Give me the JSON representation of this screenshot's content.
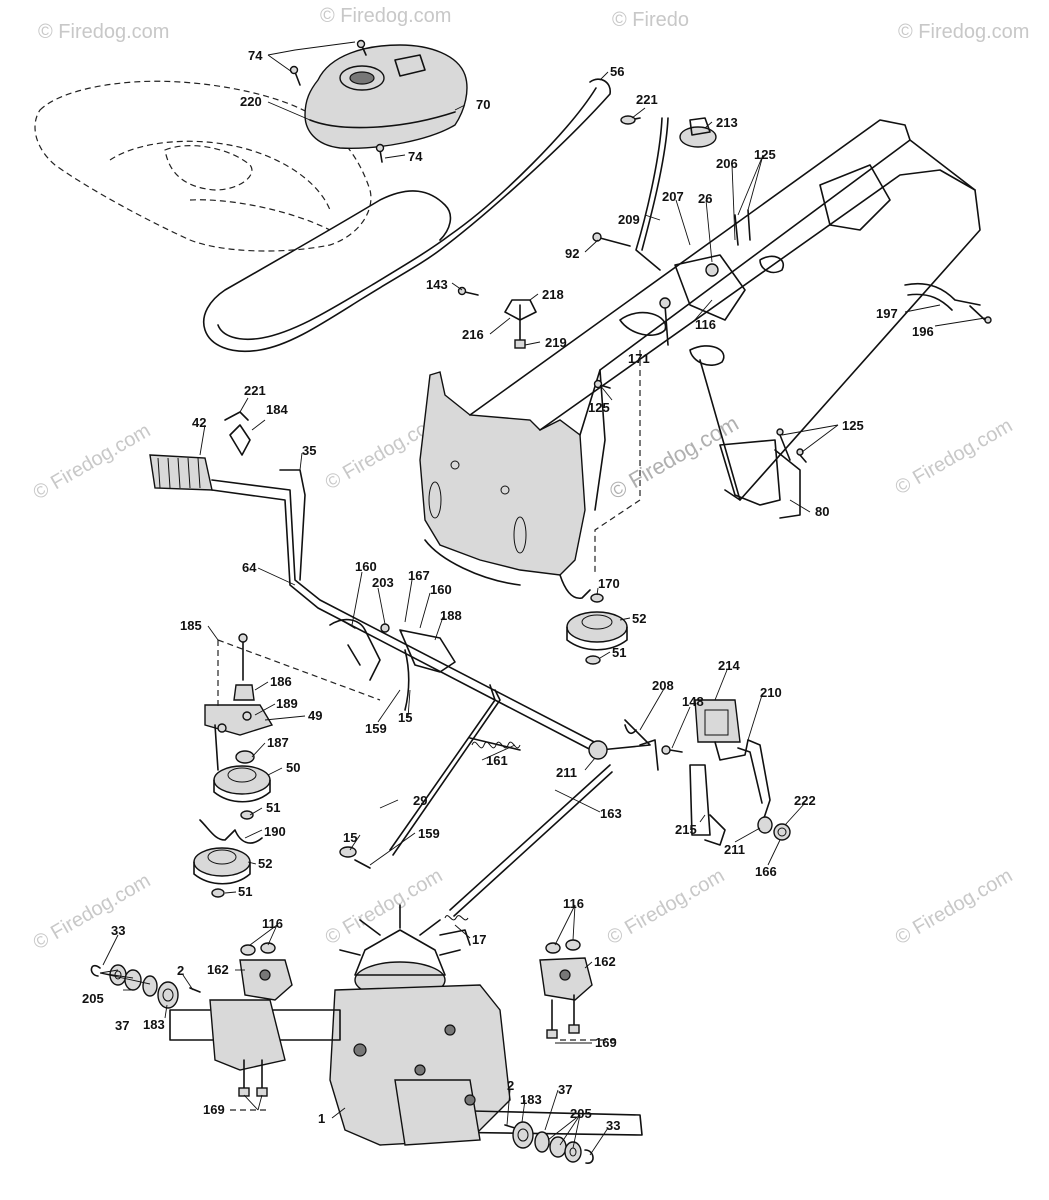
{
  "watermark": {
    "text": "© Firedog.com",
    "text_clipped": "© Firedo"
  },
  "labels": {
    "l74a": "74",
    "l74b": "74",
    "l220": "220",
    "l70": "70",
    "l56": "56",
    "l221a": "221",
    "l213": "213",
    "l125a": "125",
    "l206": "206",
    "l207": "207",
    "l26": "26",
    "l209": "209",
    "l92": "92",
    "l143": "143",
    "l218": "218",
    "l216": "216",
    "l219": "219",
    "l116a": "116",
    "l171": "171",
    "l197": "197",
    "l196": "196",
    "l125b": "125",
    "l125c": "125",
    "l80": "80",
    "l221b": "221",
    "l184": "184",
    "l42": "42",
    "l35": "35",
    "l64": "64",
    "l160a": "160",
    "l203": "203",
    "l167a": "167",
    "l160b": "160",
    "l188": "188",
    "l170": "170",
    "l52a": "52",
    "l51a": "51",
    "l185": "185",
    "l186": "186",
    "l189": "189",
    "l49": "49",
    "l159a": "159",
    "l15a": "15",
    "l187": "187",
    "l50": "50",
    "l51b": "51",
    "l190": "190",
    "l52b": "52",
    "l51c": "51",
    "l161": "161",
    "l29": "29",
    "l15b": "15",
    "l159b": "159",
    "l208": "208",
    "l148": "148",
    "l214": "214",
    "l210": "210",
    "l211a": "211",
    "l163": "163",
    "l215": "215",
    "l211b": "211",
    "l222": "222",
    "l166": "166",
    "l33a": "33",
    "l205a": "205",
    "l37a": "37",
    "l183a": "183",
    "l2a": "2",
    "l116b": "116",
    "l162a": "162",
    "l17": "17",
    "l116c": "116",
    "l162b": "162",
    "l169a": "169",
    "l169b": "169",
    "l1": "1",
    "l2b": "2",
    "l183b": "183",
    "l37b": "37",
    "l205b": "205",
    "l33b": "33"
  }
}
